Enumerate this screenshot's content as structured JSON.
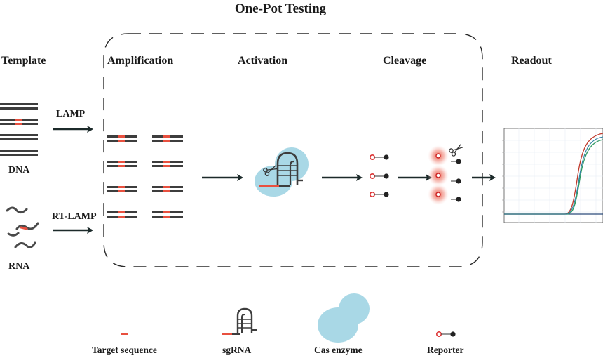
{
  "title": "One-Pot Testing",
  "stages": {
    "template": "Template",
    "amplification": "Amplification",
    "activation": "Activation",
    "cleavage": "Cleavage",
    "readout": "Readout"
  },
  "labels": {
    "dna": "DNA",
    "rna": "RNA",
    "lamp": "LAMP",
    "rt_lamp": "RT-LAMP"
  },
  "legend": [
    {
      "label": "Target sequence",
      "icon": "target-sequence-icon"
    },
    {
      "label": "sgRNA",
      "icon": "sgrna-icon"
    },
    {
      "label": "Cas enzyme",
      "icon": "cas-enzyme-icon"
    },
    {
      "label": "Reporter",
      "icon": "reporter-icon"
    }
  ],
  "colors": {
    "strand": "#3d3d3d",
    "target": "#e8503f",
    "cas": "#a9d8e6",
    "arrow": "#1c2a2a",
    "curve_red": "#c0392b",
    "curve_green": "#2f9a63",
    "curve_teal": "#2a7fa0",
    "baseline": "#2b4a7a"
  }
}
